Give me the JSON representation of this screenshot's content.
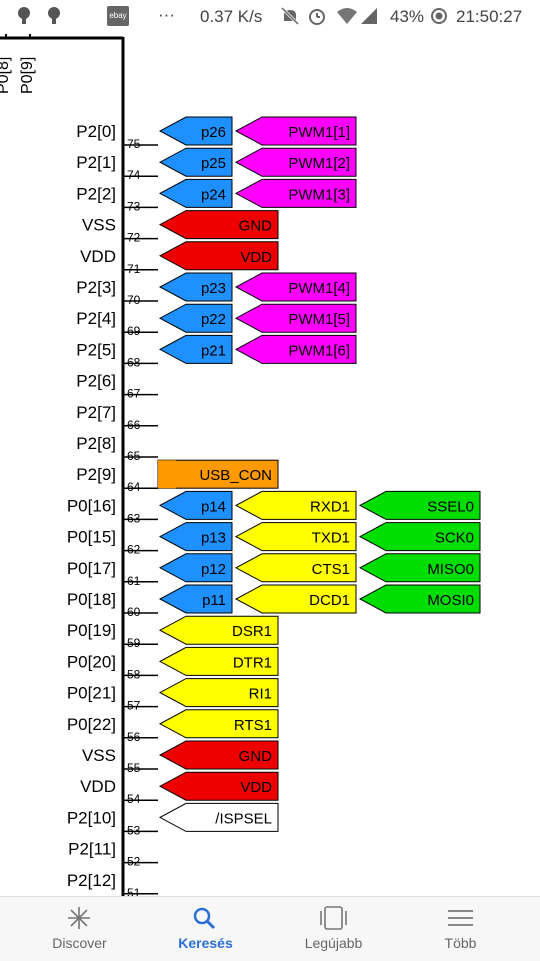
{
  "status_bar": {
    "notification_app": "ebay",
    "more_indicator": "···",
    "network_speed": "0.37 K/s",
    "battery": "43%",
    "time": "21:50:27"
  },
  "diagram": {
    "top_partial_labels": [
      "P0[8]",
      "P0[9]"
    ],
    "left_pins": [
      {
        "name": "P2[0]",
        "num": "75"
      },
      {
        "name": "P2[1]",
        "num": "74"
      },
      {
        "name": "P2[2]",
        "num": "73"
      },
      {
        "name": "VSS",
        "num": "72"
      },
      {
        "name": "VDD",
        "num": "71"
      },
      {
        "name": "P2[3]",
        "num": "70"
      },
      {
        "name": "P2[4]",
        "num": "69"
      },
      {
        "name": "P2[5]",
        "num": "68"
      },
      {
        "name": "P2[6]",
        "num": "67"
      },
      {
        "name": "P2[7]",
        "num": "66"
      },
      {
        "name": "P2[8]",
        "num": "65"
      },
      {
        "name": "P2[9]",
        "num": "64"
      },
      {
        "name": "P0[16]",
        "num": "63"
      },
      {
        "name": "P0[15]",
        "num": "62"
      },
      {
        "name": "P0[17]",
        "num": "61"
      },
      {
        "name": "P0[18]",
        "num": "60"
      },
      {
        "name": "P0[19]",
        "num": "59"
      },
      {
        "name": "P0[20]",
        "num": "58"
      },
      {
        "name": "P0[21]",
        "num": "57"
      },
      {
        "name": "P0[22]",
        "num": "56"
      },
      {
        "name": "VSS",
        "num": "55"
      },
      {
        "name": "VDD",
        "num": "54"
      },
      {
        "name": "P2[10]",
        "num": "53"
      },
      {
        "name": "P2[11]",
        "num": "52"
      },
      {
        "name": "P2[12]",
        "num": "51"
      }
    ],
    "mbed_pins": [
      "p26",
      "p25",
      "p24",
      "p23",
      "p22",
      "p21",
      "p14",
      "p13",
      "p12",
      "p11"
    ],
    "pwm_labels": [
      "PWM1[1]",
      "PWM1[2]",
      "PWM1[3]",
      "PWM1[4]",
      "PWM1[5]",
      "PWM1[6]"
    ],
    "power_labels": {
      "gnd": "GND",
      "vdd": "VDD"
    },
    "usb_label": "USB_CON",
    "uart_labels": [
      "RXD1",
      "TXD1",
      "CTS1",
      "DCD1"
    ],
    "ssp_labels": [
      "SSEL0",
      "SCK0",
      "MISO0",
      "MOSI0"
    ],
    "uart_extra_labels": [
      "DSR1",
      "DTR1",
      "RI1",
      "RTS1"
    ],
    "isp_label": "/ISPSEL",
    "colors": {
      "blue": "#1e90ff",
      "magenta": "#ff00ff",
      "red": "#ee0000",
      "orange": "#ff9900",
      "yellow": "#ffff00",
      "green": "#00dd00",
      "white": "#ffffff"
    }
  },
  "bottom_nav": {
    "items": [
      {
        "label": "Discover",
        "icon": "discover-icon"
      },
      {
        "label": "Keresés",
        "icon": "search-icon"
      },
      {
        "label": "Legújabb",
        "icon": "latest-icon"
      },
      {
        "label": "Több",
        "icon": "menu-icon"
      }
    ],
    "active_index": 1
  }
}
